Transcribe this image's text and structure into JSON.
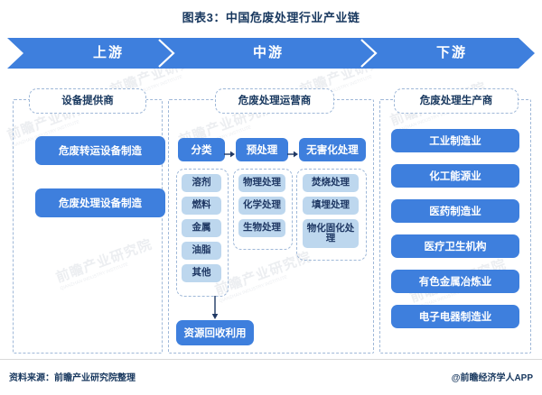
{
  "title": "图表3：中国危废处理行业产业链",
  "chain_band": {
    "segments": [
      {
        "label": "上游"
      },
      {
        "label": "中游"
      },
      {
        "label": "下游"
      }
    ],
    "band_color": "#3e7fdd",
    "separator_color": "#ffffff"
  },
  "columns": {
    "upstream": {
      "header": "设备提供商",
      "boxes": [
        {
          "label": "危废转运设备制造"
        },
        {
          "label": "危废处理设备制造"
        }
      ]
    },
    "midstream": {
      "header": "危废处理运营商",
      "stages": [
        {
          "label": "分类"
        },
        {
          "label": "预处理"
        },
        {
          "label": "无害化处理"
        }
      ],
      "subgroups": [
        {
          "items": [
            {
              "label": "溶剂"
            },
            {
              "label": "燃料"
            },
            {
              "label": "金属"
            },
            {
              "label": "油脂"
            },
            {
              "label": "其他"
            }
          ]
        },
        {
          "items": [
            {
              "label": "物理处理"
            },
            {
              "label": "化学处理"
            },
            {
              "label": "生物处理"
            }
          ]
        },
        {
          "items": [
            {
              "label": "焚烧处理"
            },
            {
              "label": "填埋处理"
            },
            {
              "label": "物化固化处理"
            }
          ]
        }
      ],
      "recovery": {
        "label": "资源回收利用"
      }
    },
    "downstream": {
      "header": "危废处理生产商",
      "boxes": [
        {
          "label": "工业制造业"
        },
        {
          "label": "化工能源业"
        },
        {
          "label": "医药制造业"
        },
        {
          "label": "医疗卫生机构"
        },
        {
          "label": "有色金属冶炼业"
        },
        {
          "label": "电子电器制造业"
        }
      ]
    }
  },
  "footer": {
    "source": "资料来源：前瞻产业研究院整理",
    "brand": "@前瞻经济学人APP"
  },
  "watermark": {
    "text": "前瞻产业研究院",
    "subtext": "QIANZHAN INDUSTRY INSTITUTE"
  },
  "colors": {
    "primary_blue": "#3e7fdd",
    "light_blue": "#bdd7ee",
    "dashed_border": "#9fb8d8",
    "text_navy": "#1f3864"
  }
}
